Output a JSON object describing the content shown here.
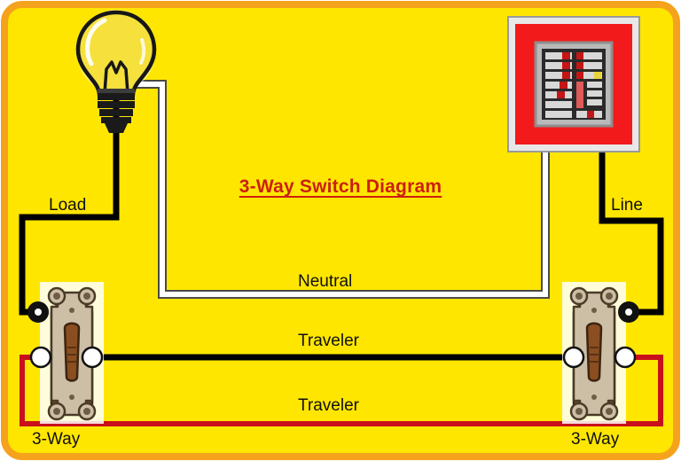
{
  "diagram": {
    "title": "3-Way Switch Diagram",
    "background_color": "#FFE600",
    "border_color": "#F5A21C",
    "title_color": "#CC1F12",
    "labels": {
      "load": "Load",
      "line": "Line",
      "neutral": "Neutral",
      "traveler_upper": "Traveler",
      "traveler_lower": "Traveler",
      "switch_left": "3-Way",
      "switch_right": "3-Way"
    },
    "components": {
      "light_bulb": {
        "name": "light-bulb",
        "glass_color": "#F5E03C",
        "base_color": "#1A1A1A"
      },
      "breaker_panel": {
        "name": "breaker-panel",
        "body_color": "#F21A1A",
        "frame_color": "#E8E8E8",
        "inner_color": "#B9B9B9",
        "breaker_bank_color": "#2A2A2A"
      },
      "switch_left": {
        "name": "three-way-switch-left",
        "body_color": "#7A4A22",
        "plate_color": "#CDBFA6",
        "toggle_color": "#8A4E20"
      },
      "switch_right": {
        "name": "three-way-switch-right",
        "body_color": "#7A4A22",
        "plate_color": "#CDBFA6",
        "toggle_color": "#8A4E20"
      }
    },
    "wires": [
      {
        "name": "load-wire",
        "label": "Load",
        "color": "#000000",
        "type": "hot-load"
      },
      {
        "name": "line-wire",
        "label": "Line",
        "color": "#000000",
        "type": "hot-line"
      },
      {
        "name": "neutral-wire",
        "label": "Neutral",
        "color": "#FFFFFF",
        "type": "neutral"
      },
      {
        "name": "traveler-wire-black",
        "label": "Traveler",
        "color": "#000000",
        "type": "traveler"
      },
      {
        "name": "traveler-wire-red",
        "label": "Traveler",
        "color": "#C8101C",
        "type": "traveler"
      }
    ]
  }
}
